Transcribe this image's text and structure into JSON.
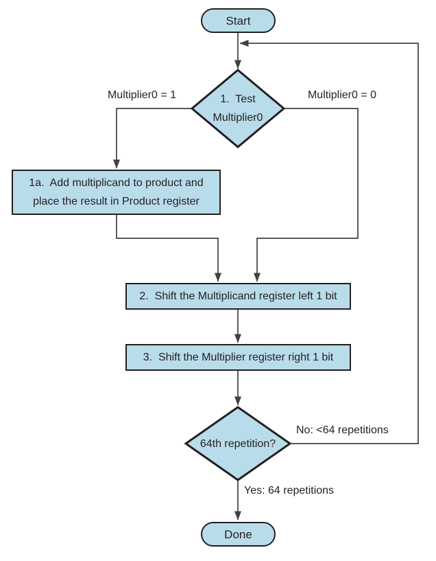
{
  "diagram": {
    "colors": {
      "canvas_bg": "#ffffff",
      "shape_fill": "#b9dceb",
      "shape_border": "#231f20",
      "line_color": "#404041",
      "text_color": "#231f20"
    },
    "nodes": {
      "start": {
        "type": "terminator",
        "label": "Start"
      },
      "test_multiplier0": {
        "type": "decision",
        "label": "1.  Test\nMultiplier0"
      },
      "add_multiplicand": {
        "type": "process",
        "label": "1a.  Add multiplicand to product and\nplace the result in Product register"
      },
      "shift_multiplicand_left": {
        "type": "process",
        "label": "2.  Shift the Multiplicand register left 1 bit"
      },
      "shift_multiplier_right": {
        "type": "process",
        "label": "3.  Shift the Multiplier register right 1 bit"
      },
      "repetition_check": {
        "type": "decision",
        "label": "64th repetition?"
      },
      "done": {
        "type": "terminator",
        "label": "Done"
      }
    },
    "edge_labels": {
      "multiplier0_eq_1": "Multiplier0 = 1",
      "multiplier0_eq_0": "Multiplier0 = 0",
      "no_branch": "No: <64 repetitions",
      "yes_branch": "Yes: 64 repetitions"
    }
  }
}
